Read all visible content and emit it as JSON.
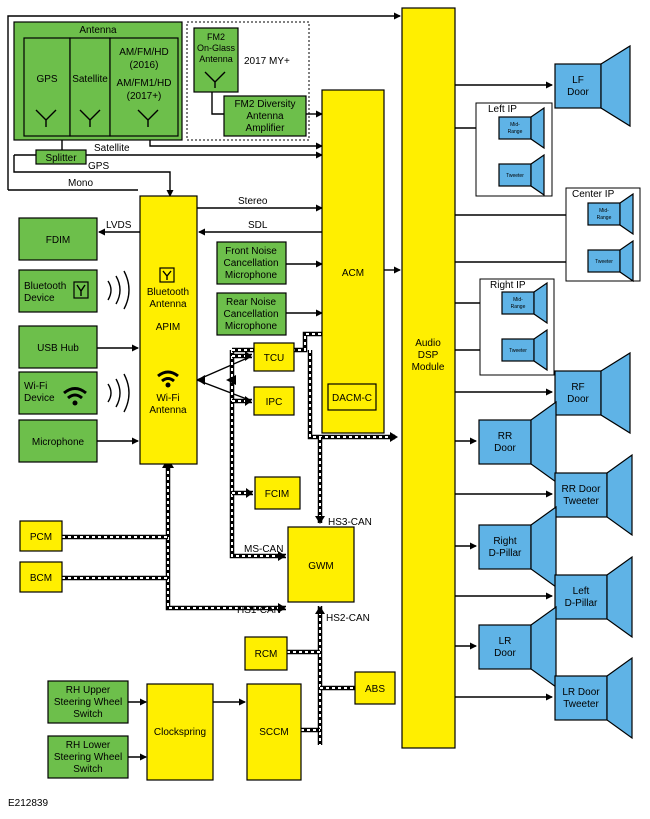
{
  "modules": {
    "antenna": "Antenna",
    "gps": "GPS",
    "satellite": "Satellite",
    "am_fm_hd_2016": [
      "AM/FM/HD",
      "(2016)"
    ],
    "am_fm1_hd_2017": [
      "AM/FM1/HD",
      "(2017+)"
    ],
    "fm2_on_glass": [
      "FM2",
      "On-Glass",
      "Antenna"
    ],
    "my2017_note": "2017 MY+",
    "fm2_amplifier": [
      "FM2 Diversity",
      "Antenna",
      "Amplifier"
    ],
    "splitter": "Splitter",
    "fdim": "FDIM",
    "bluetooth_device": [
      "Bluetooth",
      "Device"
    ],
    "usb_hub": "USB Hub",
    "wifi_device": [
      "Wi-Fi",
      "Device"
    ],
    "microphone": "Microphone",
    "apim": "APIM",
    "apim_bluetooth": [
      "Bluetooth",
      "Antenna"
    ],
    "apim_wifi": [
      "Wi-Fi",
      "Antenna"
    ],
    "front_noise_mic": [
      "Front Noise",
      "Cancellation",
      "Microphone"
    ],
    "rear_noise_mic": [
      "Rear Noise",
      "Cancellation",
      "Microphone"
    ],
    "acm": "ACM",
    "dacm_c": "DACM-C",
    "tcu": "TCU",
    "ipc": "IPC",
    "fcim": "FCIM",
    "gwm": "GWM",
    "pcm": "PCM",
    "bcm": "BCM",
    "rcm": "RCM",
    "abs": "ABS",
    "sccm": "SCCM",
    "clockspring": "Clockspring",
    "rh_upper_switch": [
      "RH Upper",
      "Steering Wheel",
      "Switch"
    ],
    "rh_lower_switch": [
      "RH Lower",
      "Steering Wheel",
      "Switch"
    ],
    "audio_dsp": [
      "Audio",
      "DSP",
      "Module"
    ]
  },
  "signals": {
    "satellite": "Satellite",
    "gps": "GPS",
    "mono": "Mono",
    "stereo": "Stereo",
    "sdl": "SDL",
    "lvds": "LVDS",
    "hs3_can": "HS3-CAN",
    "ms_can": "MS-CAN",
    "hs1_can": "HS1-CAN",
    "hs2_can": "HS2-CAN"
  },
  "speakers": {
    "lf_door": [
      "LF",
      "Door"
    ],
    "left_ip": "Left IP",
    "center_ip": "Center IP",
    "right_ip": "Right IP",
    "mid_range": [
      "Mid-",
      "Range"
    ],
    "tweeter": "Tweeter",
    "rf_door": [
      "RF",
      "Door"
    ],
    "rr_door": [
      "RR",
      "Door"
    ],
    "rr_door_tweeter": [
      "RR Door",
      "Tweeter"
    ],
    "right_d_pillar": [
      "Right",
      "D-Pillar"
    ],
    "left_d_pillar": [
      "Left",
      "D-Pillar"
    ],
    "lr_door": [
      "LR",
      "Door"
    ],
    "lr_door_tweeter": [
      "LR Door",
      "Tweeter"
    ]
  },
  "figure_id": "E212839",
  "colors": {
    "module_green": "#6dbf4b",
    "module_yellow": "#ffef00",
    "speaker_blue": "#5fb3e6"
  }
}
